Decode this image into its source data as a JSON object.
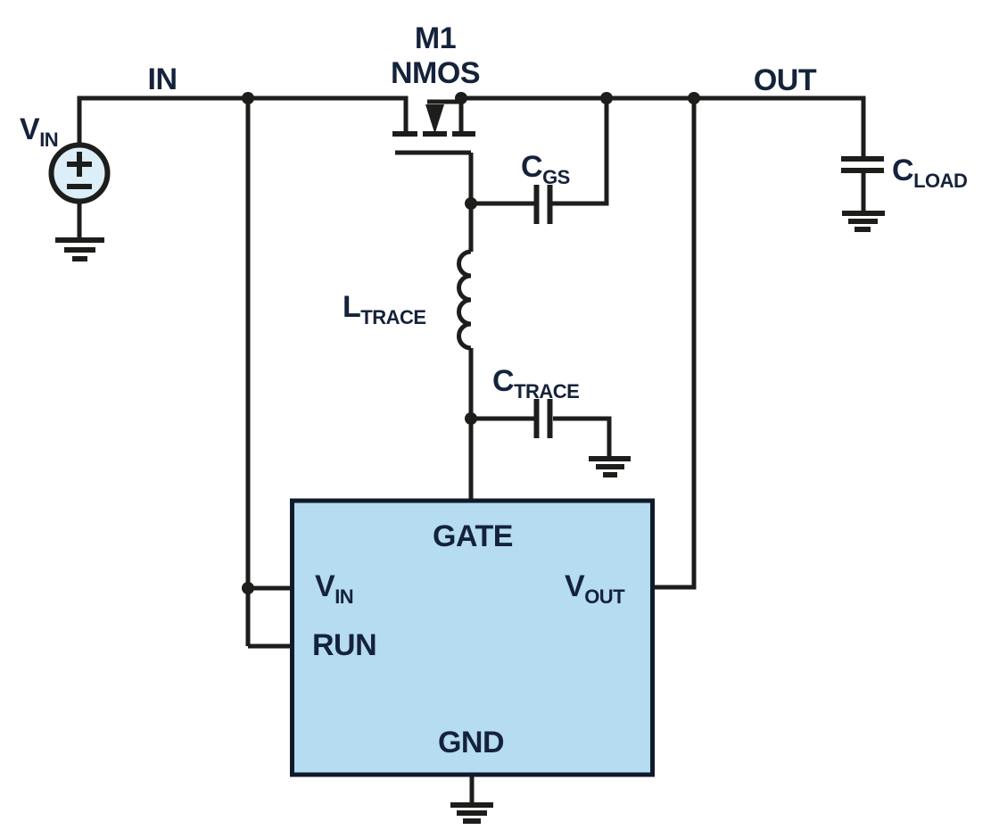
{
  "colors": {
    "wire": "#1d1d1b",
    "text": "#15223b",
    "ic-fill": "#b5dcf1",
    "ic-border": "#0f1a2b",
    "source-fill": "#dceef8"
  },
  "source": {
    "label": {
      "main": "V",
      "sub": "IN"
    }
  },
  "nets": {
    "in": "IN",
    "out": "OUT"
  },
  "mosfet": {
    "ref": "M1",
    "type": "NMOS"
  },
  "components": {
    "cgs": {
      "main": "C",
      "sub": "GS"
    },
    "ltrace": {
      "main": "L",
      "sub": "TRACE"
    },
    "ctrace": {
      "main": "C",
      "sub": "TRACE"
    },
    "cload": {
      "main": "C",
      "sub": "LOAD"
    }
  },
  "ic": {
    "pins": {
      "gate": "GATE",
      "vin": {
        "main": "V",
        "sub": "IN"
      },
      "run": "RUN",
      "vout": {
        "main": "V",
        "sub": "OUT"
      },
      "gnd": "GND"
    }
  }
}
